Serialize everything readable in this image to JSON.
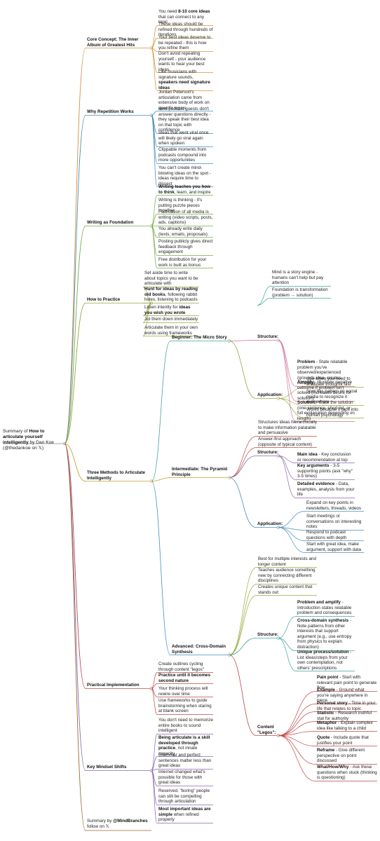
{
  "root": {
    "pre": "Summary of ",
    "bold": "How to articulate yourself intelligently",
    "post": " by Dan Koe (@thedankoe on 𝕏)"
  },
  "colors": {
    "orange": "#d4903a",
    "blue": "#4a8db8",
    "green": "#7aa84a",
    "gold": "#c8a030",
    "red": "#c04848",
    "purple": "#8a6ab0",
    "teal": "#3fa69a",
    "olive": "#9aa83c",
    "pink": "#d0709a",
    "brown": "#9a6a3a",
    "gray": "#8a8a8a"
  },
  "branches": [
    {
      "id": "core",
      "label": "Core Concept: The Inner Album of Greatest Hits",
      "items": [
        {
          "text": "You need <b>8-10 core ideas</b> that can connect to any topic"
        },
        {
          "text": "These ideas should be refined through hundreds of iterations"
        },
        {
          "text": "Your best ideas deserve to be repeated - this is how you refine them"
        },
        {
          "text": "Don't avoid repeating yourself - your audience wants to hear your best ideas"
        },
        {
          "text": "Like musicians with signature sounds, <b>speakers need signature ideas</b>"
        }
      ]
    },
    {
      "id": "why",
      "label": "Why Repetition Works",
      "items": [
        {
          "text": "Jordan Peterson's articulation came from extensive body of work on specific topics"
        },
        {
          "text": "Best podcast guests don't answer questions directly - they speak their best idea on that topic with confidence"
        },
        {
          "text": "Ideas that went viral once will likely go viral again when spoken"
        },
        {
          "text": "Clippable moments from podcasts compound into more opportunities"
        },
        {
          "text": "You can't create mind-blowing ideas on the spot - ideas require time to dissect"
        }
      ]
    },
    {
      "id": "write",
      "label": "Writing as Foundation",
      "items": [
        {
          "text": "<b>Writing teaches you how to think</b>, learn, and inspire"
        },
        {
          "text": "Writing is thinking - it's putting puzzle pieces together"
        },
        {
          "text": "Foundation of all media is writing (video scripts, posts, ads, captions)"
        },
        {
          "text": "You already write daily (texts, emails, proposals)"
        },
        {
          "text": "Posting publicly gives direct feedback through engagement"
        },
        {
          "text": "Free distribution for your work is built as bonus"
        }
      ]
    },
    {
      "id": "practice",
      "label": "How to Practice",
      "items": [
        {
          "text": "Set aside time to write about topics you want to be articulate with"
        },
        {
          "text": "<b>Hunt for ideas by reading old books</b>, following rabbit holes, listening to podcasts"
        },
        {
          "text": "Listen intently for <b>ideas you wish you wrote</b>"
        },
        {
          "text": "Jot them down immediately"
        },
        {
          "text": "Articulate them in your own words using frameworks"
        }
      ]
    },
    {
      "id": "three",
      "label": "Three Methods to Articulate Intelligently",
      "subs": [
        {
          "id": "micro",
          "label": "Beginner: The Micro Story",
          "groups": [
            {
              "id": "micro_struct",
              "label": "Structure:",
              "intro": [
                {
                  "text": "Mind is a story engine - humans can't help but pay attention"
                },
                {
                  "text": "Foundation is transformation (problem → solution)"
                }
              ],
              "items": [
                {
                  "text": "<b>Problem</b> - State relatable problem you've observed/experienced (grounds idea, creates curiosity)"
                },
                {
                  "text": "<b>Amplify</b> - Illustrate negative outcome if problem isn't solved (increases desire for solution)"
                },
                {
                  "text": "<b>Solution</b> - State the solution (one sentence, short list, or full explanation depending on length)"
                }
              ]
            },
            {
              "id": "micro_app",
              "label": "Application:",
              "items": [
                {
                  "text": "Use when you need to articulate thoughts fast"
                },
                {
                  "text": "Spot this pattern on social media to recognize it everywhere"
                },
                {
                  "text": "Works because it taps into human psychology"
                }
              ]
            }
          ]
        },
        {
          "id": "pyramid",
          "label": "Intermediate: The Pyramid Principle",
          "intro": [
            {
              "text": "Structures ideas hierarchically to make information palatable and persuasive"
            },
            {
              "text": "Answer-first approach (opposite of typical content)"
            }
          ],
          "groups": [
            {
              "id": "pyr_struct",
              "label": "Structure:",
              "items": [
                {
                  "text": "<b>Main idea</b> - Key conclusion or recommendation at top"
                },
                {
                  "text": "<b>Key arguments</b> - 3-5 supporting points (ask \"why\" 3-5 times)"
                },
                {
                  "text": "<b>Detailed evidence</b> - Data, examples, analysis from your life"
                }
              ]
            },
            {
              "id": "pyr_app",
              "label": "Application:",
              "items": [
                {
                  "text": "Expand on key points in newsletters, threads, videos"
                },
                {
                  "text": "Start meetings or conversations on interesting notes"
                },
                {
                  "text": "Respond to podcast questions with depth"
                },
                {
                  "text": "Start with great idea, make argument, support with data"
                }
              ]
            }
          ]
        },
        {
          "id": "cross",
          "label": "Advanced: Cross-Domain Synthesis",
          "intro": [
            {
              "text": "Best for multiple interests and longer content"
            },
            {
              "text": "Teaches audience something new by connecting different disciplines"
            },
            {
              "text": "Creates unique content that stands out"
            }
          ],
          "groups": [
            {
              "id": "cross_struct",
              "label": "Structure:",
              "items": [
                {
                  "text": "<b>Problem and amplify</b> - Introduction states relatable problem and consequences"
                },
                {
                  "text": "<b>Cross-domain synthesis</b> - Note patterns from other interests that support argument (e.g., use entropy from physics to explain distraction)"
                },
                {
                  "text": "<b>Unique process/solution</b> - List ideas/steps from your own contemplation, not others' prescriptions"
                }
              ]
            },
            {
              "id": "legos",
              "label": "Content \"Legos\":",
              "items": [
                {
                  "text": "<b>Pain point</b> - Start with relevant pain point to generate flow"
                },
                {
                  "text": "<b>Example</b> - Ground what you're saying anywhere in piece"
                },
                {
                  "text": "<b>Personal story</b> - Time in your life that relates to topic"
                },
                {
                  "text": "<b>Statistic</b> - Research truthful stat for authority"
                },
                {
                  "text": "<b>Metaphor</b> - Explain complex idea like talking to a child"
                },
                {
                  "text": "<b>Quote</b> - Include quote that justifies your point"
                },
                {
                  "text": "<b>Reframe</b> - Give different perspective on point discussed"
                },
                {
                  "text": "<b>What/How/Why</b> - Ask these questions when stuck (thinking is questioning)"
                }
              ]
            }
          ]
        }
      ]
    },
    {
      "id": "impl",
      "label": "Practical Implementation",
      "items": [
        {
          "text": "Create outlines cycling through content \"legos\""
        },
        {
          "text": "<b>Practice until it becomes second nature</b>"
        },
        {
          "text": "Your thinking process will rewire over time"
        },
        {
          "text": "Use frameworks to guide brainstorming when staring at blank screen"
        }
      ]
    },
    {
      "id": "mind",
      "label": "Key Mindset Shifts",
      "items": [
        {
          "text": "You don't need to memorize entire books to sound intelligent"
        },
        {
          "text": "<b>Being articulate is a skill developed through practice</b>, not innate capacity"
        },
        {
          "text": "Grammar and perfect sentences matter less than great ideas"
        },
        {
          "text": "Internet changed what's possible for those with great ideas"
        },
        {
          "text": "Reserved, \"boring\" people can still be compelling through articulation"
        },
        {
          "text": "<b>Most important ideas are simple</b> when refined properly"
        }
      ]
    }
  ],
  "footer": {
    "pre": "Summary by ",
    "bold": "@MindBranches",
    "post": " follow on 𝕏"
  }
}
